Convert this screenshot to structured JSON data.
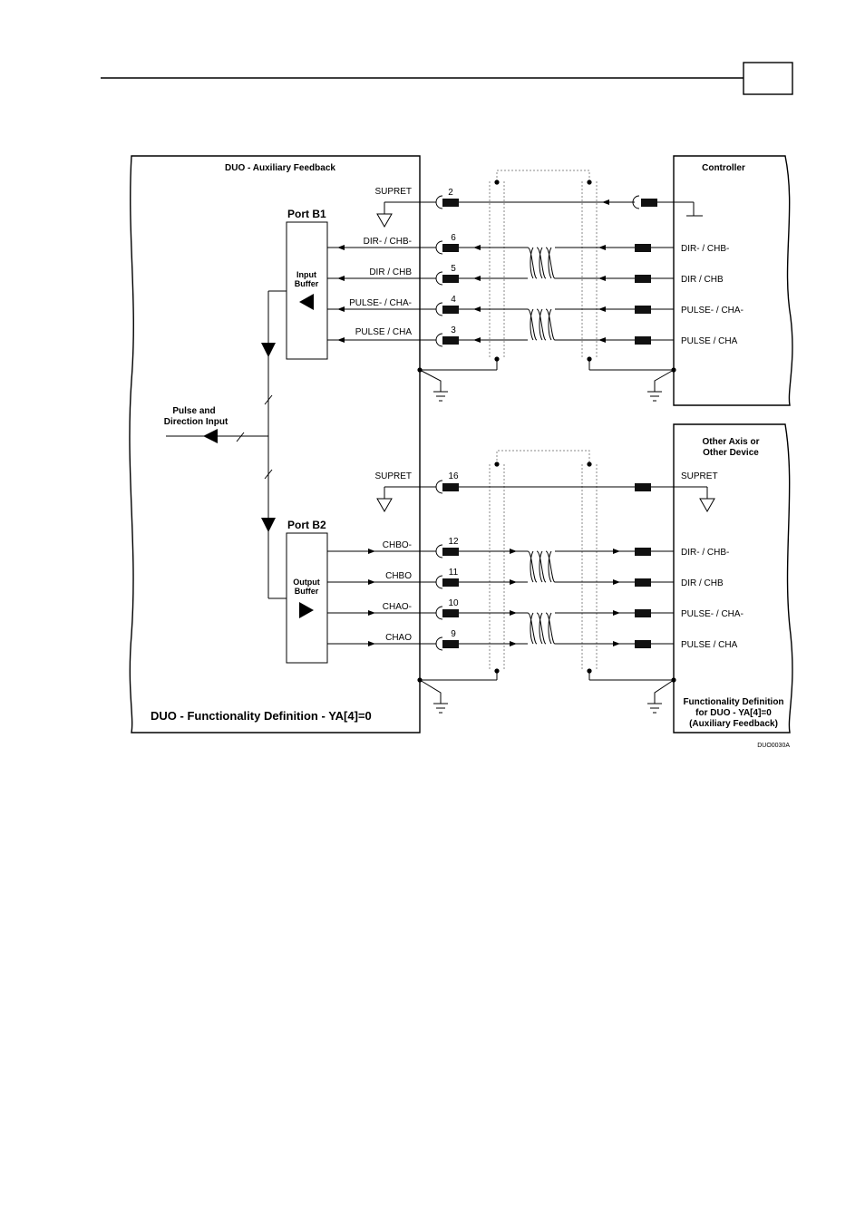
{
  "header": {
    "page_box": ""
  },
  "drive": {
    "title": "DUO - Auxiliary Feedback",
    "footer": "DUO - Functionality Definition - YA[4]=0",
    "port_b1": {
      "label": "Port B1",
      "buffer": [
        "Input",
        "Buffer"
      ]
    },
    "port_b2": {
      "label": "Port B2",
      "buffer": [
        "Output",
        "Buffer"
      ]
    },
    "pulse_dir_input": [
      "Pulse and",
      "Direction Input"
    ],
    "upper_signals": [
      {
        "name": "SUPRET",
        "pin": "2"
      },
      {
        "name": "DIR- / CHB-",
        "pin": "6"
      },
      {
        "name": "DIR / CHB",
        "pin": "5"
      },
      {
        "name": "PULSE- / CHA-",
        "pin": "4"
      },
      {
        "name": "PULSE / CHA",
        "pin": "3"
      }
    ],
    "lower_signals": [
      {
        "name": "SUPRET",
        "pin": "16"
      },
      {
        "name": "CHBO-",
        "pin": "12"
      },
      {
        "name": "CHBO",
        "pin": "11"
      },
      {
        "name": "CHAO-",
        "pin": "10"
      },
      {
        "name": "CHAO",
        "pin": "9"
      }
    ]
  },
  "controller": {
    "title": "Controller",
    "signals": [
      "DIR- / CHB-",
      "DIR / CHB",
      "PULSE- / CHA-",
      "PULSE / CHA"
    ]
  },
  "other_device": {
    "title": [
      "Other Axis or",
      "Other Device"
    ],
    "signals": [
      "SUPRET",
      "DIR- / CHB-",
      "DIR / CHB",
      "PULSE- / CHA-",
      "PULSE / CHA"
    ],
    "footer": [
      "Functionality Definition",
      "for DUO - YA[4]=0",
      "(Auxiliary Feedback)"
    ]
  },
  "figure_id": "DUO0030A"
}
